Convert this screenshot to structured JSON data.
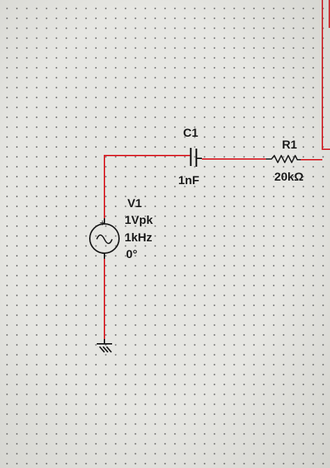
{
  "components": {
    "capacitor": {
      "ref": "C1",
      "value": "1nF"
    },
    "resistor": {
      "ref": "R1",
      "value": "20kΩ"
    },
    "source": {
      "ref": "V1",
      "amplitude": "1Vpk",
      "frequency": "1kHz",
      "phase": "0°",
      "plus_sign": "+",
      "minus_sign": "-"
    }
  },
  "colors": {
    "wire": "#d8232a",
    "component": "#1c1c1c",
    "grid_background": "#e6e6e2",
    "grid_dot": "#6d6d6d"
  }
}
